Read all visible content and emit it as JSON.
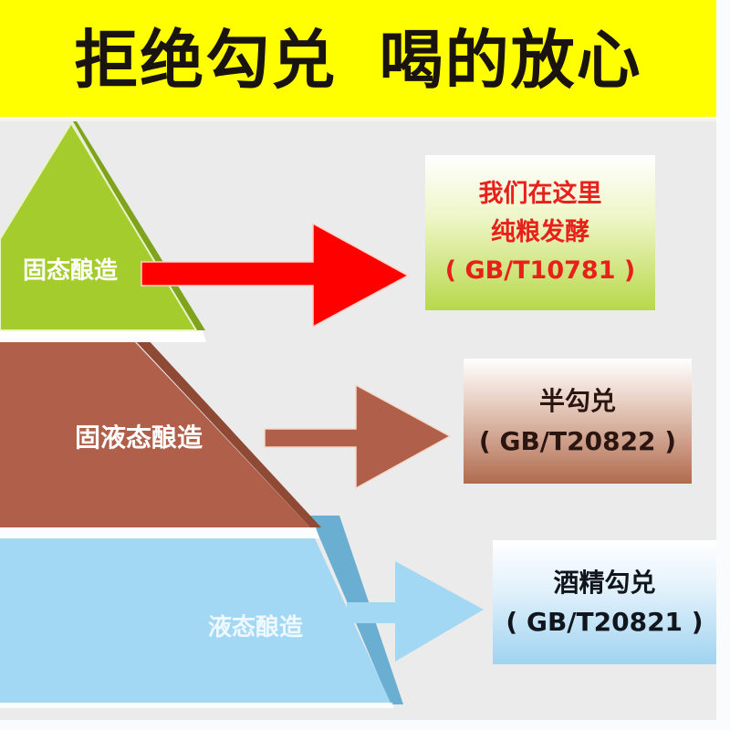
{
  "header": {
    "title": "拒绝勾兑 喝的放心",
    "background": "#ffff00"
  },
  "pyramid": {
    "tiers": [
      {
        "label": "固态酿造",
        "color": "#a4cc2c",
        "shadow": "#7fa41c"
      },
      {
        "label": "固液态酿造",
        "color": "#b0604a",
        "shadow": "#8f4a36"
      },
      {
        "label": "液态酿造",
        "color": "#a3d8f4",
        "shadow": "#6aaed2"
      }
    ]
  },
  "arrows": [
    {
      "from": "固态酿造",
      "color": "#ff0000"
    },
    {
      "from": "固液态酿造",
      "color": "#b0604a"
    },
    {
      "from": "液态酿造",
      "color": "#a3d8f4"
    }
  ],
  "boxes": {
    "solid": {
      "lines": [
        "我们在这里",
        "纯粮发酵",
        "( GB/T10781 )"
      ],
      "text_color": "#e8201a"
    },
    "semi": {
      "lines": [
        "半勾兑",
        "( GB/T20822 )"
      ],
      "text_color": "#2a1510"
    },
    "liquid": {
      "lines": [
        "酒精勾兑",
        "( GB/T20821 )"
      ],
      "text_color": "#10161c"
    }
  }
}
